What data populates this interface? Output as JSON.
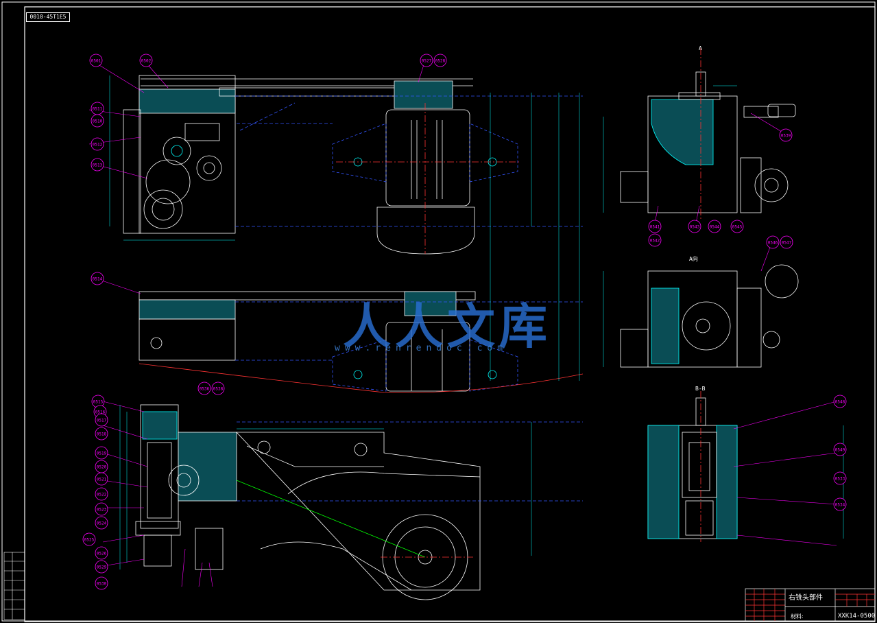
{
  "drawing": {
    "code_tab": "0010-45T1E5",
    "title": "右铣头部件",
    "material_label": "材料:",
    "drawing_number": "XXK14-0500",
    "view_labels": [
      "A",
      "B-B",
      "A向"
    ]
  },
  "watermark": {
    "text": "人人文库",
    "url": "www.renrendoc.com"
  },
  "colors": {
    "background": "#000000",
    "frame": "#ffffff",
    "outline": "#ffffff",
    "hidden_line": "#3355ff",
    "center_line": "#ff3333",
    "leader": "#ff00ff",
    "hatch": "#00aaaa",
    "dimension": "#00ffff",
    "part_fill": "#0a4d55"
  },
  "balloons": [
    "0501",
    "0502",
    "0527",
    "0528",
    "0511",
    "0510",
    "0512",
    "0513",
    "0514",
    "0515",
    "0516",
    "0517",
    "0518",
    "0519",
    "0520",
    "0521",
    "0522",
    "0523",
    "0524",
    "0525",
    "0526",
    "0529",
    "0530",
    "0536",
    "0538",
    "0539",
    "0540",
    "0541",
    "0542",
    "0543",
    "0544",
    "0545",
    "0546",
    "0547",
    "0548",
    "0549",
    "0533",
    "0534"
  ]
}
